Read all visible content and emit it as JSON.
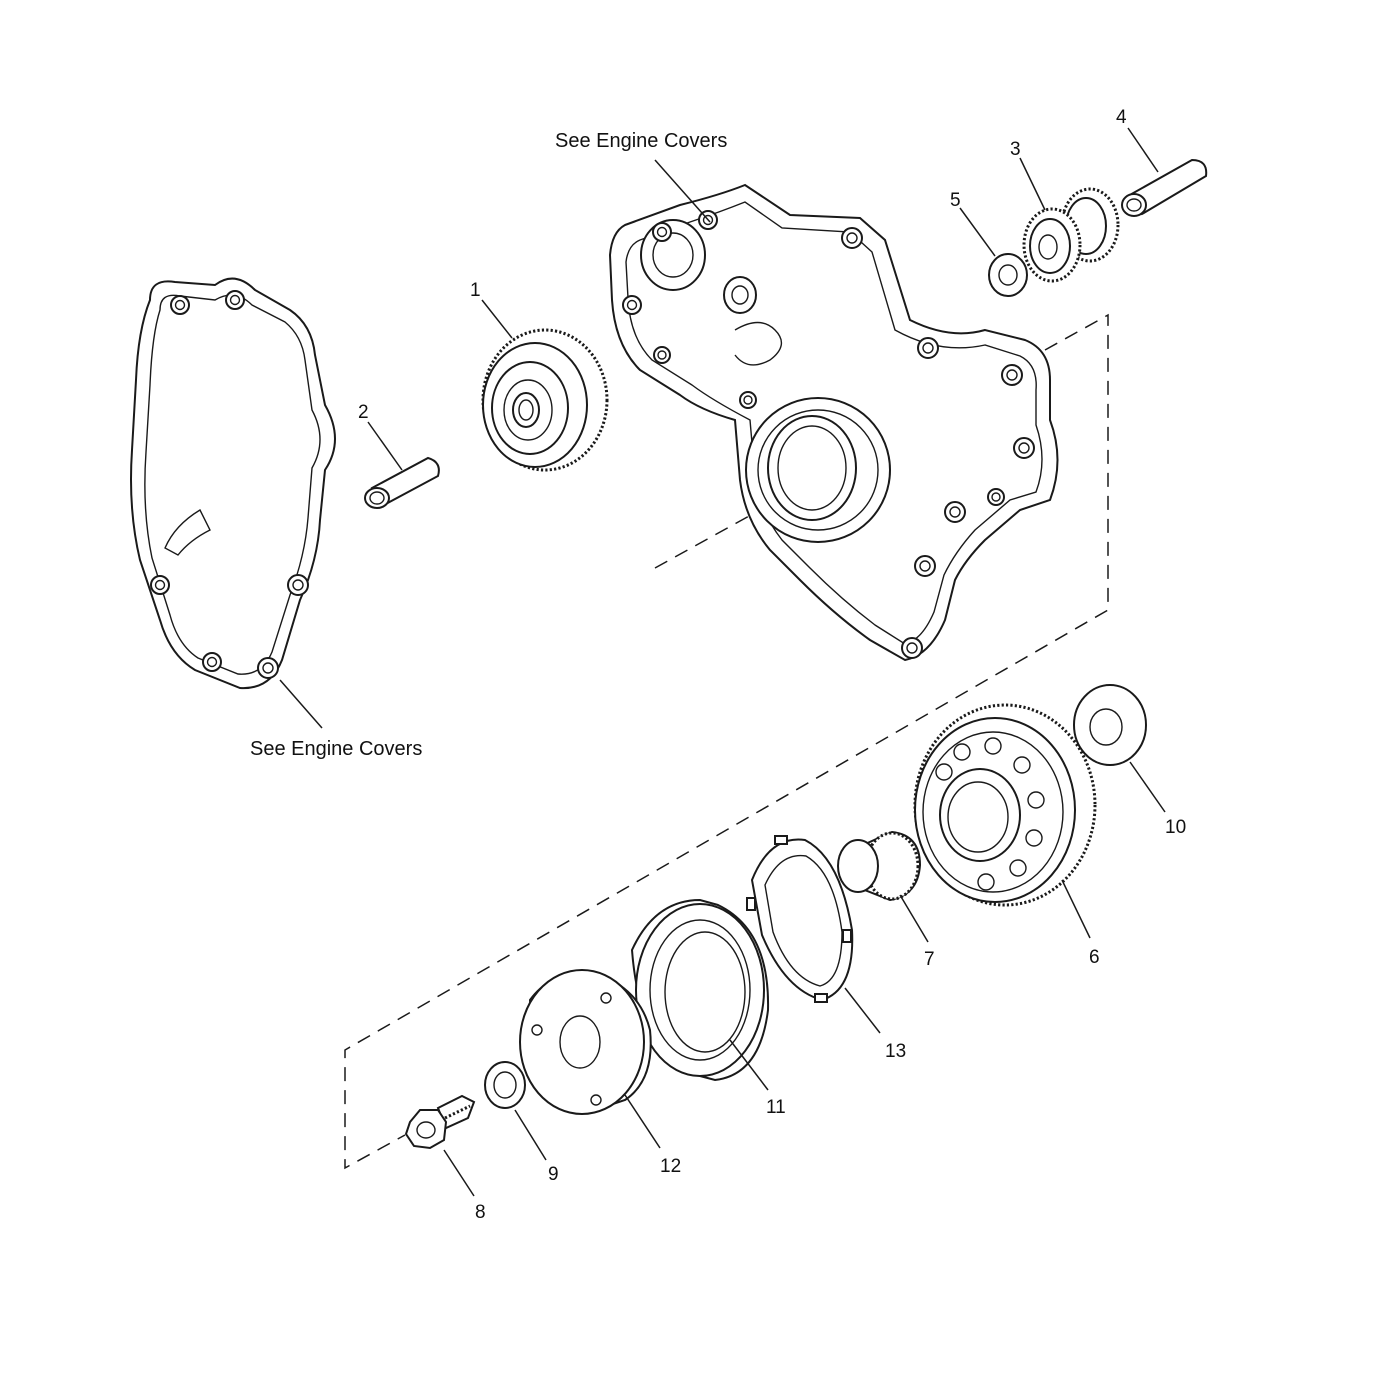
{
  "notes": {
    "top": "See Engine Covers",
    "bottom": "See Engine Covers"
  },
  "callouts": {
    "p1": "1",
    "p2": "2",
    "p3": "3",
    "p4": "4",
    "p5": "5",
    "p6": "6",
    "p7": "7",
    "p8": "8",
    "p9": "9",
    "p10": "10",
    "p11": "11",
    "p12": "12",
    "p13": "13"
  }
}
